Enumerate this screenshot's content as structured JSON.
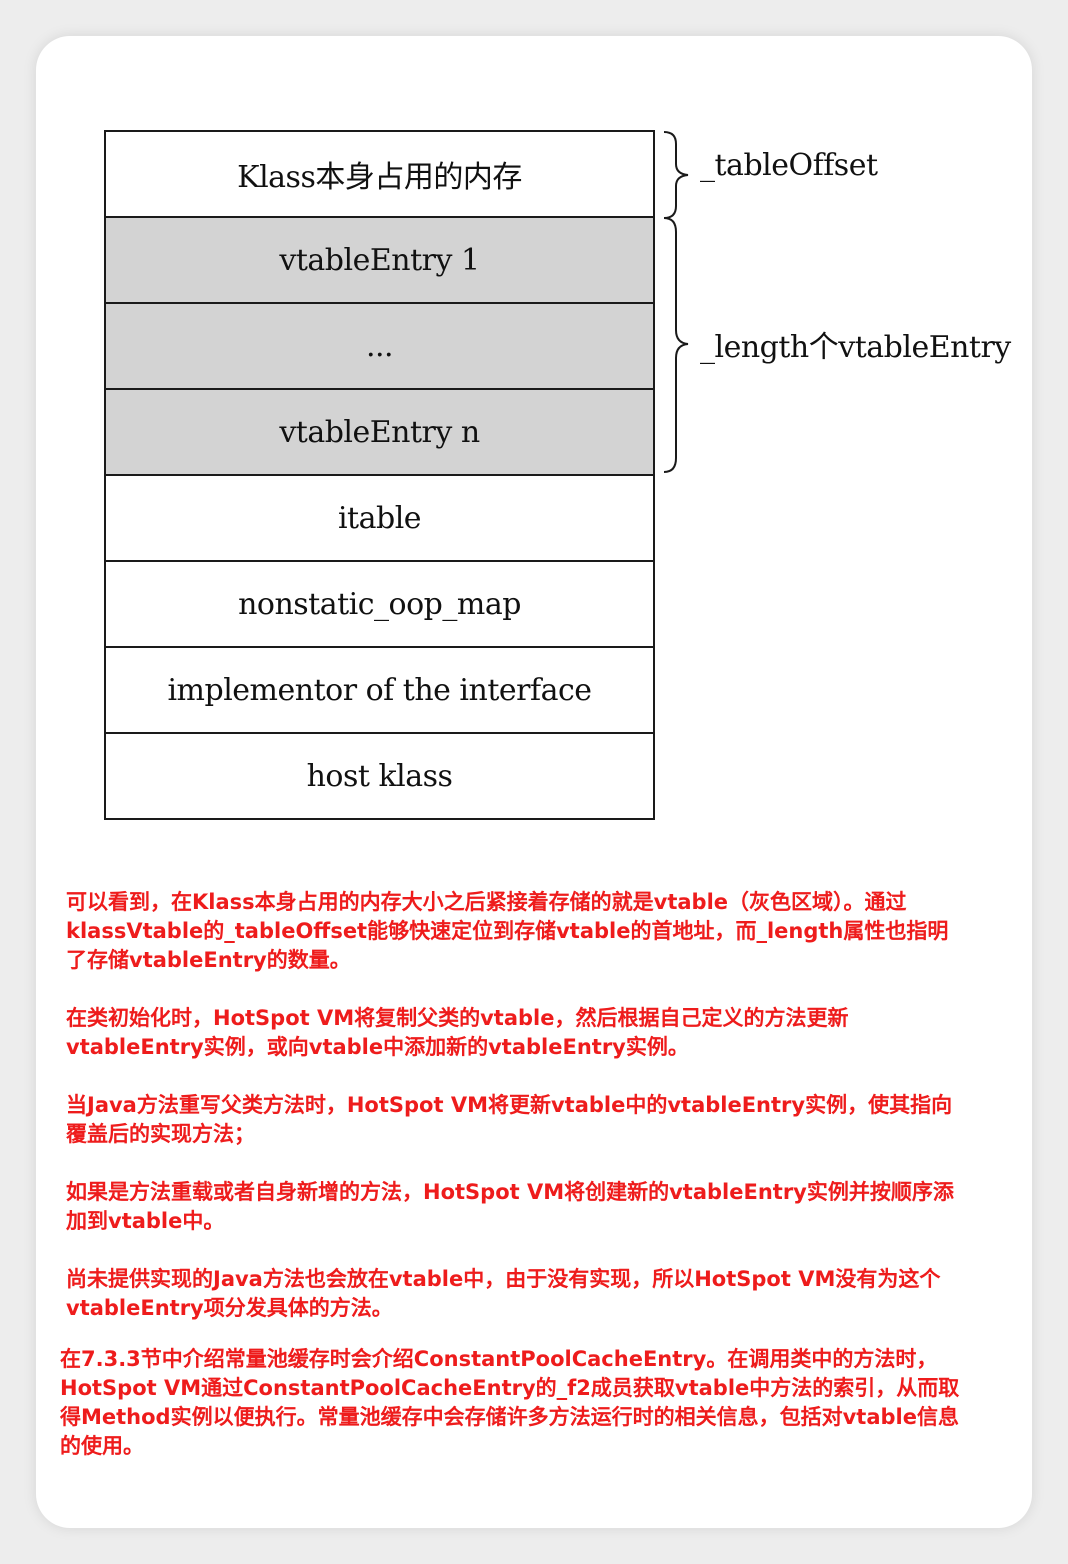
{
  "diagram": {
    "rows": [
      {
        "label": "Klass本身占用的内存",
        "highlight": false
      },
      {
        "label": "vtableEntry 1",
        "highlight": true
      },
      {
        "label": "...",
        "highlight": true
      },
      {
        "label": "vtableEntry n",
        "highlight": true
      },
      {
        "label": "itable",
        "highlight": false
      },
      {
        "label": "nonstatic_oop_map",
        "highlight": false
      },
      {
        "label": "implementor of the interface",
        "highlight": false
      },
      {
        "label": "host klass",
        "highlight": false
      }
    ],
    "braces": {
      "table_offset": "_tableOffset",
      "length": "_length个vtableEntry"
    },
    "colors": {
      "highlight_fill": "#d3d3d3",
      "border": "#1a1a1a"
    }
  },
  "notes": {
    "color": "#ee1c1c",
    "paragraphs": [
      "可以看到，在Klass本身占用的内存大小之后紧接着存储的就是vtable（灰色区域）。通过klassVtable的_tableOffset能够快速定位到存储vtable的首地址，而_length属性也指明了存储vtableEntry的数量。",
      "在类初始化时，HotSpot VM将复制父类的vtable，然后根据自己定义的方法更新vtableEntry实例，或向vtable中添加新的vtableEntry实例。",
      "当Java方法重写父类方法时，HotSpot VM将更新vtable中的vtableEntry实例，使其指向覆盖后的实现方法；",
      "如果是方法重载或者自身新增的方法，HotSpot VM将创建新的vtableEntry实例并按顺序添加到vtable中。",
      "尚未提供实现的Java方法也会放在vtable中，由于没有实现，所以HotSpot VM没有为这个vtableEntry项分发具体的方法。",
      "在7.3.3节中介绍常量池缓存时会介绍ConstantPoolCacheEntry。在调用类中的方法时，HotSpot VM通过ConstantPoolCacheEntry的_f2成员获取vtable中方法的索引，从而取得Method实例以便执行。常量池缓存中会存储许多方法运行时的相关信息，包括对vtable信息的使用。"
    ]
  }
}
